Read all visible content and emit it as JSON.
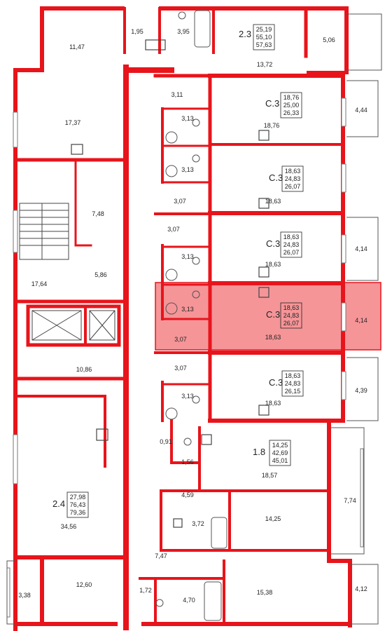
{
  "colors": {
    "wall": "#e8141b",
    "highlight": "#e8141b",
    "ink": "#222222",
    "fixture": "#555555"
  },
  "apartments": [
    {
      "code": "2.3",
      "areas": [
        "25,19",
        "55,10",
        "57,63"
      ]
    },
    {
      "code": "С.3",
      "areas": [
        "18,76",
        "25,00",
        "26,33"
      ]
    },
    {
      "code": "С.3",
      "areas": [
        "18,63",
        "24,83",
        "26,07"
      ]
    },
    {
      "code": "С.3",
      "areas": [
        "18,63",
        "24,83",
        "26,07"
      ]
    },
    {
      "code": "С.3",
      "areas": [
        "18,63",
        "24,83",
        "26,07"
      ],
      "selected": true
    },
    {
      "code": "С.3",
      "areas": [
        "18,63",
        "24,83",
        "26,15"
      ]
    },
    {
      "code": "1.8",
      "areas": [
        "14,25",
        "42,69",
        "45,01"
      ]
    },
    {
      "code": "2.4",
      "areas": [
        "27,98",
        "76,43",
        "79,36"
      ]
    }
  ],
  "rooms": [
    "11,47",
    "1,95",
    "3,95",
    "13,72",
    "5,06",
    "3,11",
    "18,76",
    "4,44",
    "3,13",
    "17,37",
    "3,13",
    "3,07",
    "18,63",
    "7,48",
    "3,07",
    "18,63",
    "4,14",
    "3,13",
    "17,64",
    "5,86",
    "3,13",
    "3,07",
    "18,63",
    "4,14",
    "10,86",
    "3,07",
    "3,13",
    "18,63",
    "4,39",
    "0,91",
    "1,56",
    "18,57",
    "4,59",
    "7,74",
    "14,25",
    "3,72",
    "34,56",
    "7,47",
    "12,60",
    "3,38",
    "1,72",
    "4,70",
    "15,38",
    "4,12"
  ]
}
